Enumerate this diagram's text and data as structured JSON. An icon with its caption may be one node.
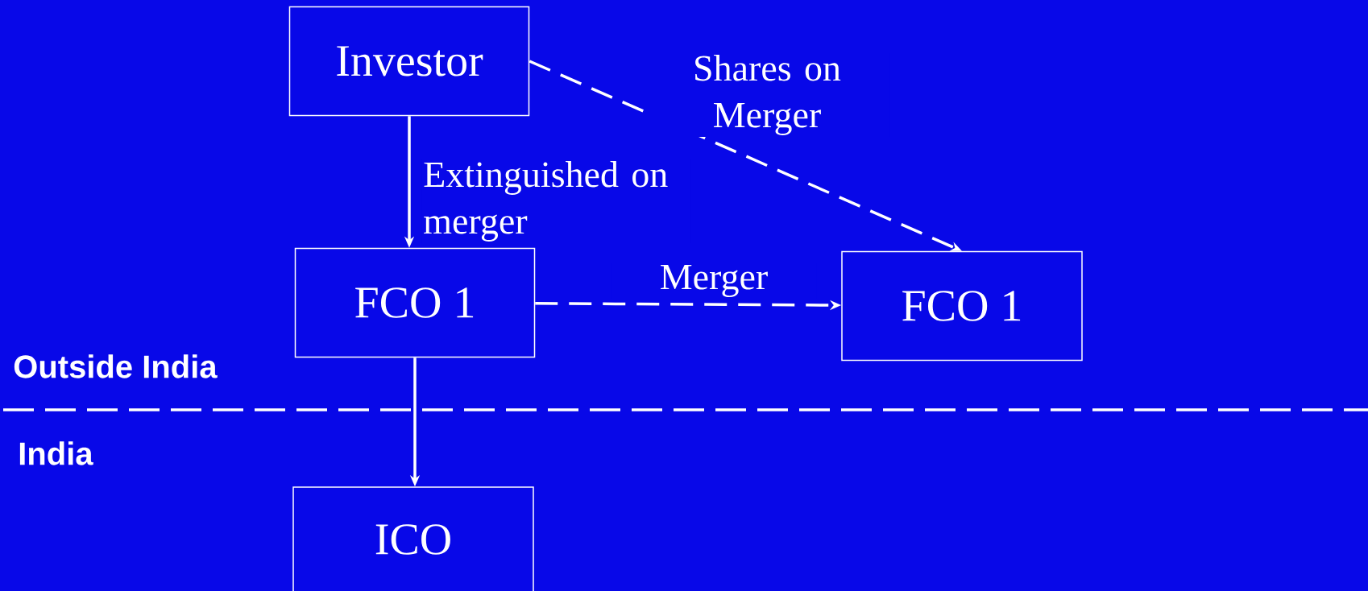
{
  "diagram": {
    "nodes": [
      {
        "text": [
          "Investor"
        ]
      },
      {
        "text": [
          "FCO 1"
        ]
      },
      {
        "text": [
          "FCO 1"
        ]
      },
      {
        "text": [
          "ICO"
        ]
      }
    ],
    "edges": [
      {
        "from": 0,
        "to": 1,
        "arrow": "to",
        "label": "Extinguished on merger"
      },
      {
        "from": 0,
        "to": 2,
        "arrow": "to",
        "label": "Shares on Merger",
        "style": "dashed"
      },
      {
        "from": 1,
        "to": 2,
        "arrow": "to",
        "label": "Merger",
        "style": "dashed"
      },
      {
        "from": 1,
        "to": 3,
        "arrow": "to"
      }
    ],
    "labels": [
      "Outside India",
      "India"
    ]
  }
}
